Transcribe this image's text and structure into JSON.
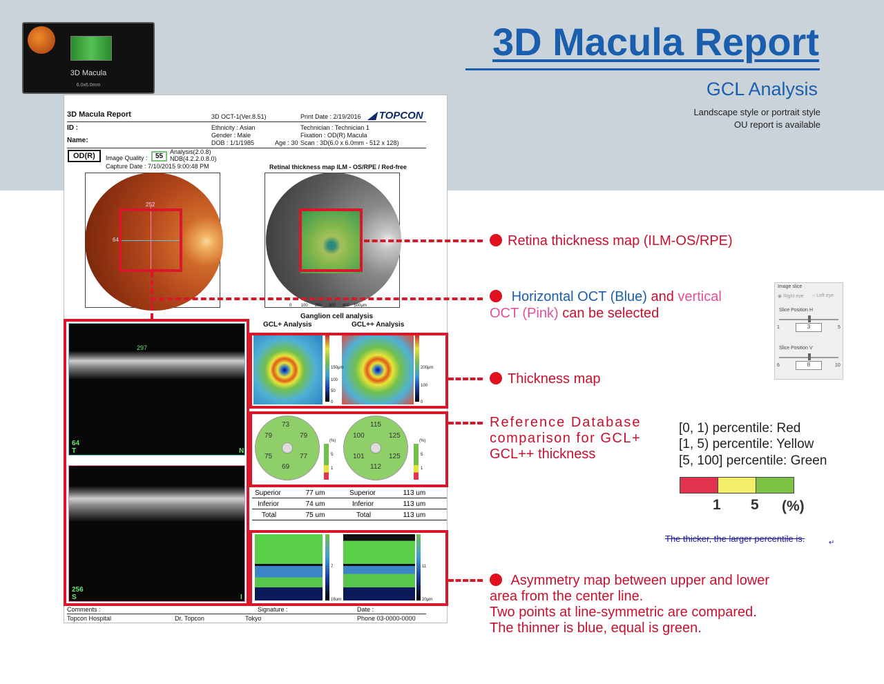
{
  "header": {
    "title": "3D Macula Report",
    "subtitle": "GCL Analysis",
    "note_line1": "Landscape style or portrait style",
    "note_line2": "OU report is available"
  },
  "thumbnail": {
    "label": "3D Macula",
    "size": "6.0x6.0mm"
  },
  "report": {
    "title": "3D Macula Report",
    "version": "3D OCT-1(Ver.8.51)",
    "print_date": "Print Date : 2/19/2016",
    "brand": "TOPCON",
    "id_label": "ID :",
    "name_label": "Name:",
    "ethnicity": "Ethnicity : Asian",
    "gender": "Gender : Male",
    "dob": "DOB : 1/1/1985",
    "age": "Age : 30",
    "technician": "Technician : Technician 1",
    "fixation": "Fixation : OD(R) Macula",
    "scan": "Scan : 3D(6.0 x 6.0mm - 512 x 128)",
    "eye": "OD(R)",
    "image_quality_label": "Image Quality :",
    "image_quality": "55",
    "analysis": "Analysis(2.0.8)",
    "ndb": "NDB(4.2.2.0.8.0)",
    "capture_date": "Capture Date : 7/10/2015 9:00:48 PM",
    "map_title": "Retinal thickness map ILM - OS/RPE / Red-free",
    "fundus_label_top": "252",
    "fundus_label_left": "64",
    "scale_labels": [
      "0",
      "100",
      "200",
      "300",
      "400",
      "500μm"
    ],
    "ganglion_title": "Ganglion cell analysis",
    "gcl_plus": "GCL+ Analysis",
    "gcl_plusplus": "GCL++ Analysis",
    "oct_h_value": "297",
    "oct_h_slice": "64",
    "oct_h_left": "T",
    "oct_h_right": "N",
    "oct_v_slice": "256",
    "oct_v_left": "S",
    "oct_v_right": "I",
    "cb1": [
      "150μm",
      "100",
      "50",
      "0"
    ],
    "cb2": [
      "200μm",
      "100",
      "0"
    ],
    "pct_unit": "(%)",
    "pct_ticks": [
      "5",
      "1"
    ],
    "grid1": [
      "73",
      "79",
      "79",
      "75",
      "77",
      "69"
    ],
    "grid2": [
      "115",
      "100",
      "125",
      "101",
      "125",
      "112"
    ],
    "table": [
      {
        "label": "Superior",
        "v1": "77 um",
        "label2": "Superior",
        "v2": "113 um"
      },
      {
        "label": "Inferior",
        "v1": "74 um",
        "label2": "Inferior",
        "v2": "113 um"
      },
      {
        "label": "Total",
        "v1": "75 um",
        "label2": "Total",
        "v2": "113 um"
      }
    ],
    "asym1": [
      "7",
      "16um"
    ],
    "asym2": [
      "11",
      "20μm"
    ],
    "comments": "Comments :",
    "signature": "Signature :",
    "date_label": "Date :",
    "hospital": "Topcon Hospital",
    "doctor": "Dr. Topcon",
    "city": "Tokyo",
    "phone": "Phone 03-0000-0000"
  },
  "annotations": {
    "retina": "Retina thickness map (ILM-OS/RPE)",
    "oct_blue": "Horizontal OCT (Blue)",
    "oct_and": " and ",
    "oct_vertical": "vertical",
    "oct_pink": "OCT (Pink)",
    "oct_rest": " can be selected",
    "thickness": "Thickness map",
    "ref_line1": "Reference Database",
    "ref_line2": "comparison for GCL+",
    "ref_line3": "GCL++ thickness",
    "asym_line1": "Asymmetry map  between upper and lower",
    "asym_line2": "area from the center line.",
    "asym_line3": "Two points at line-symmetric are compared.",
    "asym_line4": " The thinner is blue, equal is green."
  },
  "percentiles": {
    "red": "[0, 1) percentile: Red",
    "yellow": "[1, 5) percentile: Yellow",
    "green": "[5, 100] percentile: Green",
    "tick1": "1",
    "tick5": "5",
    "unit": "(%)",
    "colors": {
      "red": "#e3344f",
      "yellow": "#f2ee6a",
      "green": "#7dc242"
    }
  },
  "strike_note": "The thicker, the larger percentile is.",
  "slice_panel": {
    "title": "Image slice",
    "right_eye": "Right eye",
    "left_eye": "Left eye",
    "pos_h": "Slice Position H",
    "h_min": "1",
    "h_value": "3",
    "h_max": "5",
    "pos_v": "Slice Position V",
    "v_min": "6",
    "v_value": "8",
    "v_max": "10"
  },
  "colors": {
    "brand_blue": "#1a5fae",
    "accent_red": "#c8102e",
    "top_band": "#c9d3d9"
  }
}
